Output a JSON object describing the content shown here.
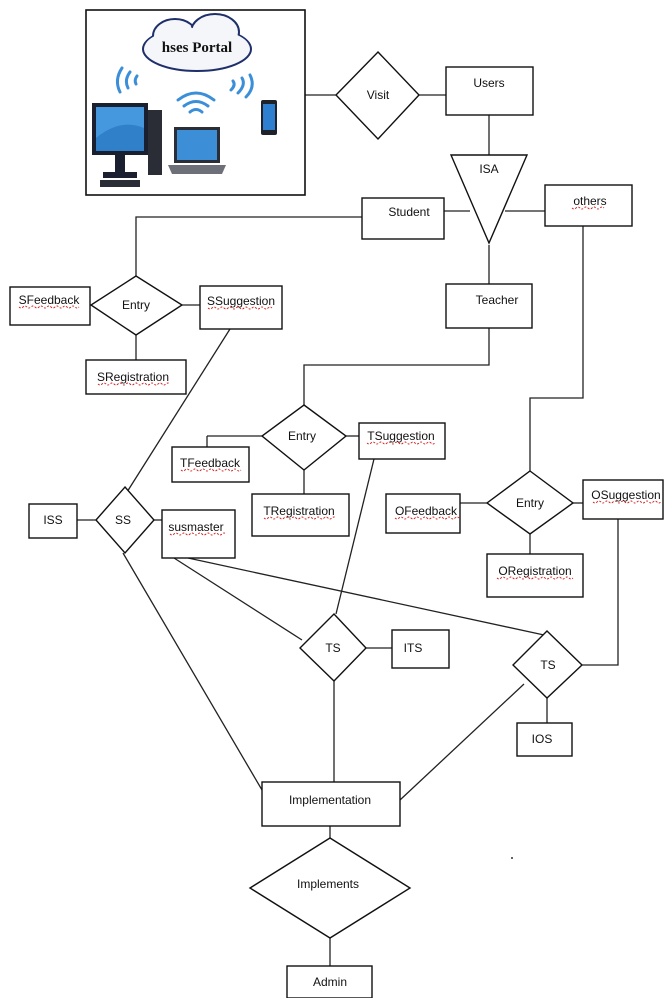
{
  "portal": {
    "title": "hses Portal"
  },
  "entities": {
    "users": "Users",
    "student": "Student",
    "teacher": "Teacher",
    "others": "others",
    "sfeedback": "SFeedback",
    "ssuggestion": "SSuggestion",
    "sregistration": "SRegistration",
    "tfeedback": "TFeedback",
    "tsuggestion": "TSuggestion",
    "tregistration": "TRegistration",
    "ofeedback": "OFeedback",
    "osuggestion": "OSuggestion",
    "oregistration": "ORegistration",
    "iss": "ISS",
    "susmaster": "susmaster",
    "its": "ITS",
    "ios": "IOS",
    "implementation": "Implementation",
    "admin": "Admin"
  },
  "relationships": {
    "visit": "Visit",
    "isa": "ISA",
    "entry_student": "Entry",
    "entry_teacher": "Entry",
    "entry_others": "Entry",
    "ss": "SS",
    "ts_teacher": "TS",
    "ts_others": "TS",
    "implements": "Implements"
  }
}
